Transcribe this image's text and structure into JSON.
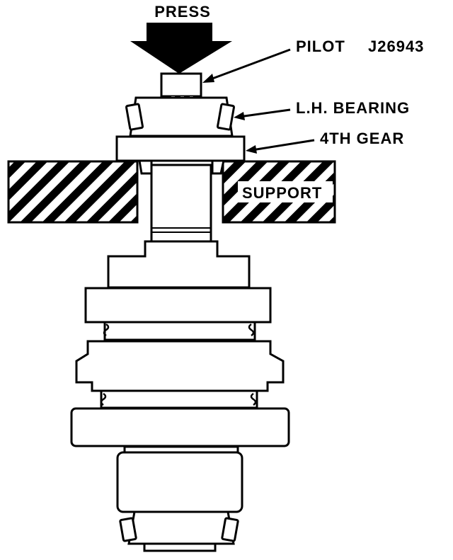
{
  "labels": {
    "press": "PRESS",
    "pilot": "PILOT",
    "pilot_part": "J26943",
    "bearing": "L.H. BEARING",
    "gear": "4TH GEAR",
    "support": "SUPPORT"
  },
  "colors": {
    "ink": "#000000",
    "paper": "#ffffff"
  }
}
